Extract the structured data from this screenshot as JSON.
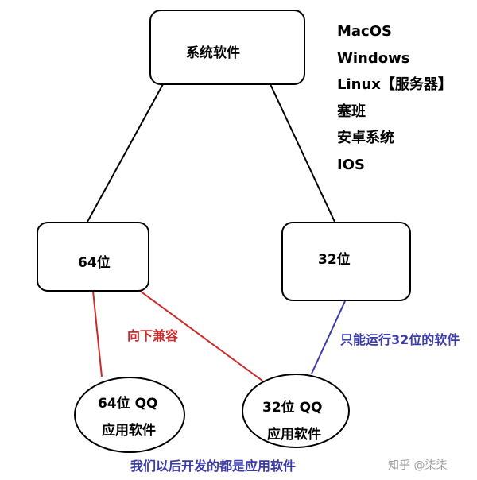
{
  "diagram": {
    "nodes": {
      "root": {
        "label": "系统软件"
      },
      "bit64": {
        "label": "64位"
      },
      "bit32": {
        "label": "32位"
      },
      "app64": {
        "line1": "64位 QQ",
        "line2": "应用软件"
      },
      "app32": {
        "line1": "32位 QQ",
        "line2": "应用软件"
      }
    },
    "os_list": [
      "MacOS",
      "Windows",
      "Linux【服务器】",
      "塞班",
      "安卓系统",
      "IOS"
    ],
    "annotations": {
      "backward_compat": "向下兼容",
      "only_32bit": "只能运行32位的软件",
      "bottom_note": "我们以后开发的都是应用软件"
    },
    "watermark": "知乎 @柒柒",
    "colors": {
      "red": "#cc2a2a",
      "blue": "#3a3aa8",
      "black": "#000000"
    }
  }
}
